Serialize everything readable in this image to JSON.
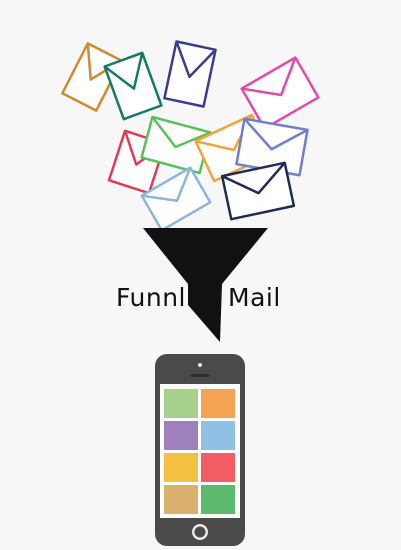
{
  "brand": {
    "left_word": "Funnl",
    "right_word": "Mail"
  },
  "colors": {
    "background": "#f7f7f7",
    "funnel": "#111111",
    "phone_body": "#4a4a4a",
    "phone_screen": "#ffffff"
  },
  "envelopes": [
    {
      "name": "envelope-orange-top",
      "color": "#d08a2b"
    },
    {
      "name": "envelope-teal-top",
      "color": "#157a68"
    },
    {
      "name": "envelope-navy-top",
      "color": "#3a3d8f"
    },
    {
      "name": "envelope-pink",
      "color": "#e24aa9"
    },
    {
      "name": "envelope-red",
      "color": "#e03a55"
    },
    {
      "name": "envelope-green",
      "color": "#5bbf5b"
    },
    {
      "name": "envelope-orange-middle",
      "color": "#f0a43a"
    },
    {
      "name": "envelope-periwinkle",
      "color": "#6f7fc9"
    },
    {
      "name": "envelope-light-blue",
      "color": "#8db4de"
    },
    {
      "name": "envelope-dark-navy",
      "color": "#1e2b55"
    }
  ],
  "app_tiles": [
    {
      "name": "app-tile-green",
      "color": "#a8d08d"
    },
    {
      "name": "app-tile-orange",
      "color": "#f5a352"
    },
    {
      "name": "app-tile-purple",
      "color": "#9e80bc"
    },
    {
      "name": "app-tile-blue",
      "color": "#8ec1e4"
    },
    {
      "name": "app-tile-yellow",
      "color": "#f5c043"
    },
    {
      "name": "app-tile-red",
      "color": "#f25c62"
    },
    {
      "name": "app-tile-tan",
      "color": "#d9b06d"
    },
    {
      "name": "app-tile-dark-green",
      "color": "#5cba6c"
    }
  ]
}
